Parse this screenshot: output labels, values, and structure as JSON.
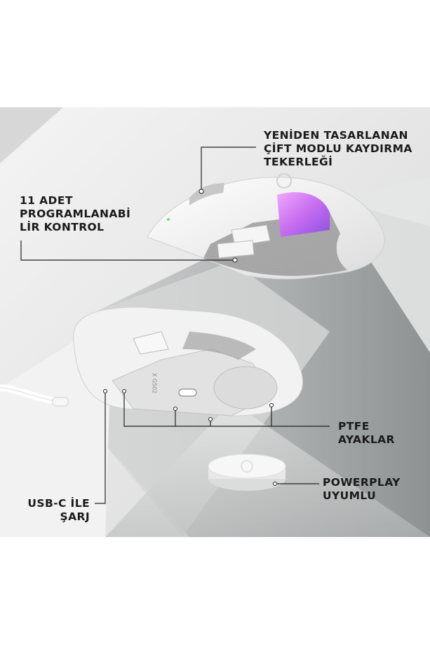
{
  "labels": {
    "scroll_wheel": "YENİDEN TASARLANAN\nÇİFT MODLU KAYDIRMA\nTEKERLEĞİ",
    "controls": "11 ADET\nPROGRAMLANABİ\nLİR KONTROL",
    "ptfe": "PTFE\nAYAKLAR",
    "powerplay": "POWERPLAY\nUYUMLU",
    "usbc": "USB-C İLE\nŞARJ"
  },
  "mouse_model": "X G502",
  "colors": {
    "panel_bg": "#ebebeb",
    "rgb_light": "#c76df0",
    "text": "#1a1a1a"
  }
}
